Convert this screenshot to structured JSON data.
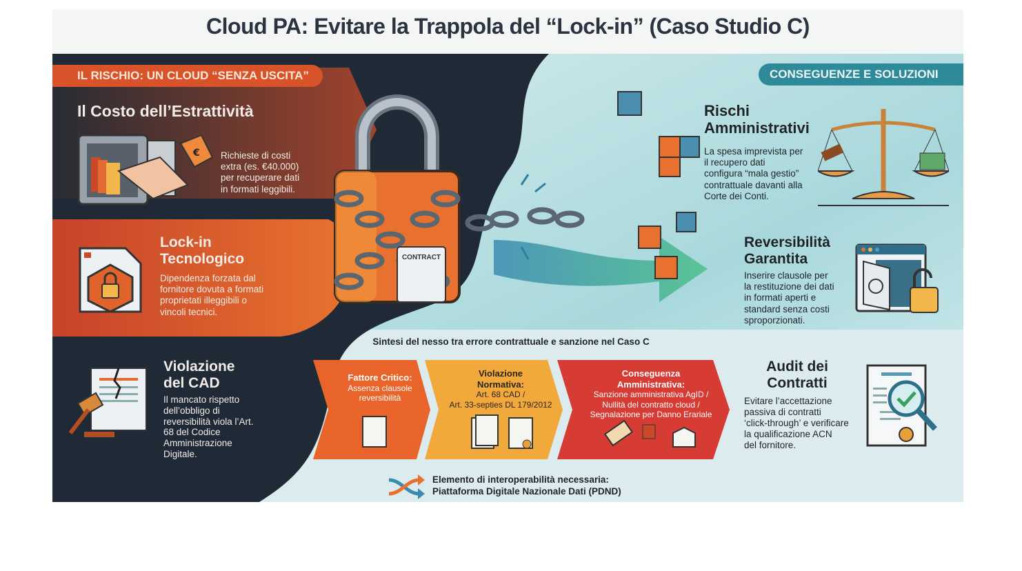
{
  "title": "Cloud PA: Evitare la Trappola del “Lock-in” (Caso Studio C)",
  "left": {
    "header": "IL RISCHIO: UN CLOUD “SENZA USCITA”",
    "items": [
      {
        "heading": "Il Costo dell’Estrattività",
        "text": [
          "Richieste di costi",
          "extra (es. €40.000)",
          "per recuperare dati",
          "in formati leggibili."
        ],
        "icon": "safe-with-price-tag-icon"
      },
      {
        "heading": [
          "Lock-in",
          "Tecnologico"
        ],
        "text": [
          "Dipendenza forzata dal",
          "fornitore dovuta a formati",
          "proprietati illeggibili o",
          "vincoli tecnici."
        ],
        "icon": "locked-document-icon"
      },
      {
        "heading": [
          "Violazione",
          "del CAD"
        ],
        "text": [
          "Il mancato rispetto",
          "dell’obbligo di",
          "reversibilità viola l’Art.",
          "68 del Codice",
          "Amministrazione",
          "Digitale."
        ],
        "icon": "torn-document-gavel-icon"
      }
    ]
  },
  "center": {
    "lock_label": "CONTRACT",
    "icon": "chained-padlock-icon"
  },
  "right": {
    "header": "CONSEGUENZE E SOLUZIONI",
    "items": [
      {
        "heading": [
          "Rischi",
          "Amministrativi"
        ],
        "text": [
          "La spesa imprevista per",
          "il recupero dati",
          "configura “mala gestio”",
          "contrattuale davanti alla",
          "Corte dei Conti."
        ],
        "icon": "scales-of-justice-icon"
      },
      {
        "heading": [
          "Reversibilità",
          "Garantita"
        ],
        "text": [
          "Inserire clausole per",
          "la restituzione dei dati",
          "in formati aperti e",
          "standard senza costi",
          "sproporzionati."
        ],
        "icon": "open-safe-unlocked-icon"
      },
      {
        "heading": [
          "Audit dei",
          "Contratti"
        ],
        "text": [
          "Evitare l’accettazione",
          "passiva di contratti",
          "‘click-through’ e verificare",
          "la qualificazione ACN",
          "del fornitore."
        ],
        "icon": "contract-magnifier-check-icon"
      }
    ]
  },
  "synthesis": {
    "title": "Sintesi del nesso tra errore contrattuale e sanzione nel Caso C",
    "steps": [
      {
        "heading": "Fattore Critico:",
        "text": [
          "Assenza clausole",
          "reversibilità"
        ],
        "color": "#e8642a"
      },
      {
        "heading": [
          "Violazione",
          "Normativa:"
        ],
        "text": [
          "Art. 68 CAD /",
          "Art. 33-septies DL 179/2012"
        ],
        "color": "#f2a93b"
      },
      {
        "heading": [
          "Conseguenza",
          "Amministrativa:"
        ],
        "text": [
          "Sanzione amministrativa AgID /",
          "Nullità del contratto cloud /",
          "Segnalazione per Danno Erariale"
        ],
        "color": "#d63b34"
      }
    ],
    "interop": [
      "Elemento di interoperabilità necessaria:",
      "Piattaforma Digitale Nazionale Dati (PDND)"
    ]
  },
  "colors": {
    "navy": "#1f2a36",
    "orange": "#d9532a",
    "teal": "#2e8a99",
    "light_teal": "#d8eef0"
  }
}
